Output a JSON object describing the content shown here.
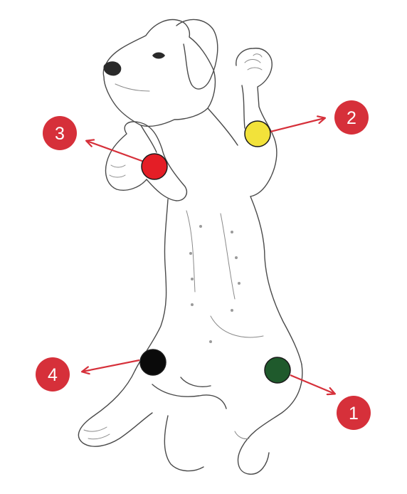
{
  "colors": {
    "badge": "#d6303a",
    "arrow": "#d6303a",
    "outline": "#4a4a4a",
    "background": "#ffffff"
  },
  "markers": [
    {
      "number": "1",
      "dot_color": "#1f5a2c"
    },
    {
      "number": "2",
      "dot_color": "#f2e23a"
    },
    {
      "number": "3",
      "dot_color": "#e41e26"
    },
    {
      "number": "4",
      "dot_color": "#0a0a0a"
    }
  ]
}
